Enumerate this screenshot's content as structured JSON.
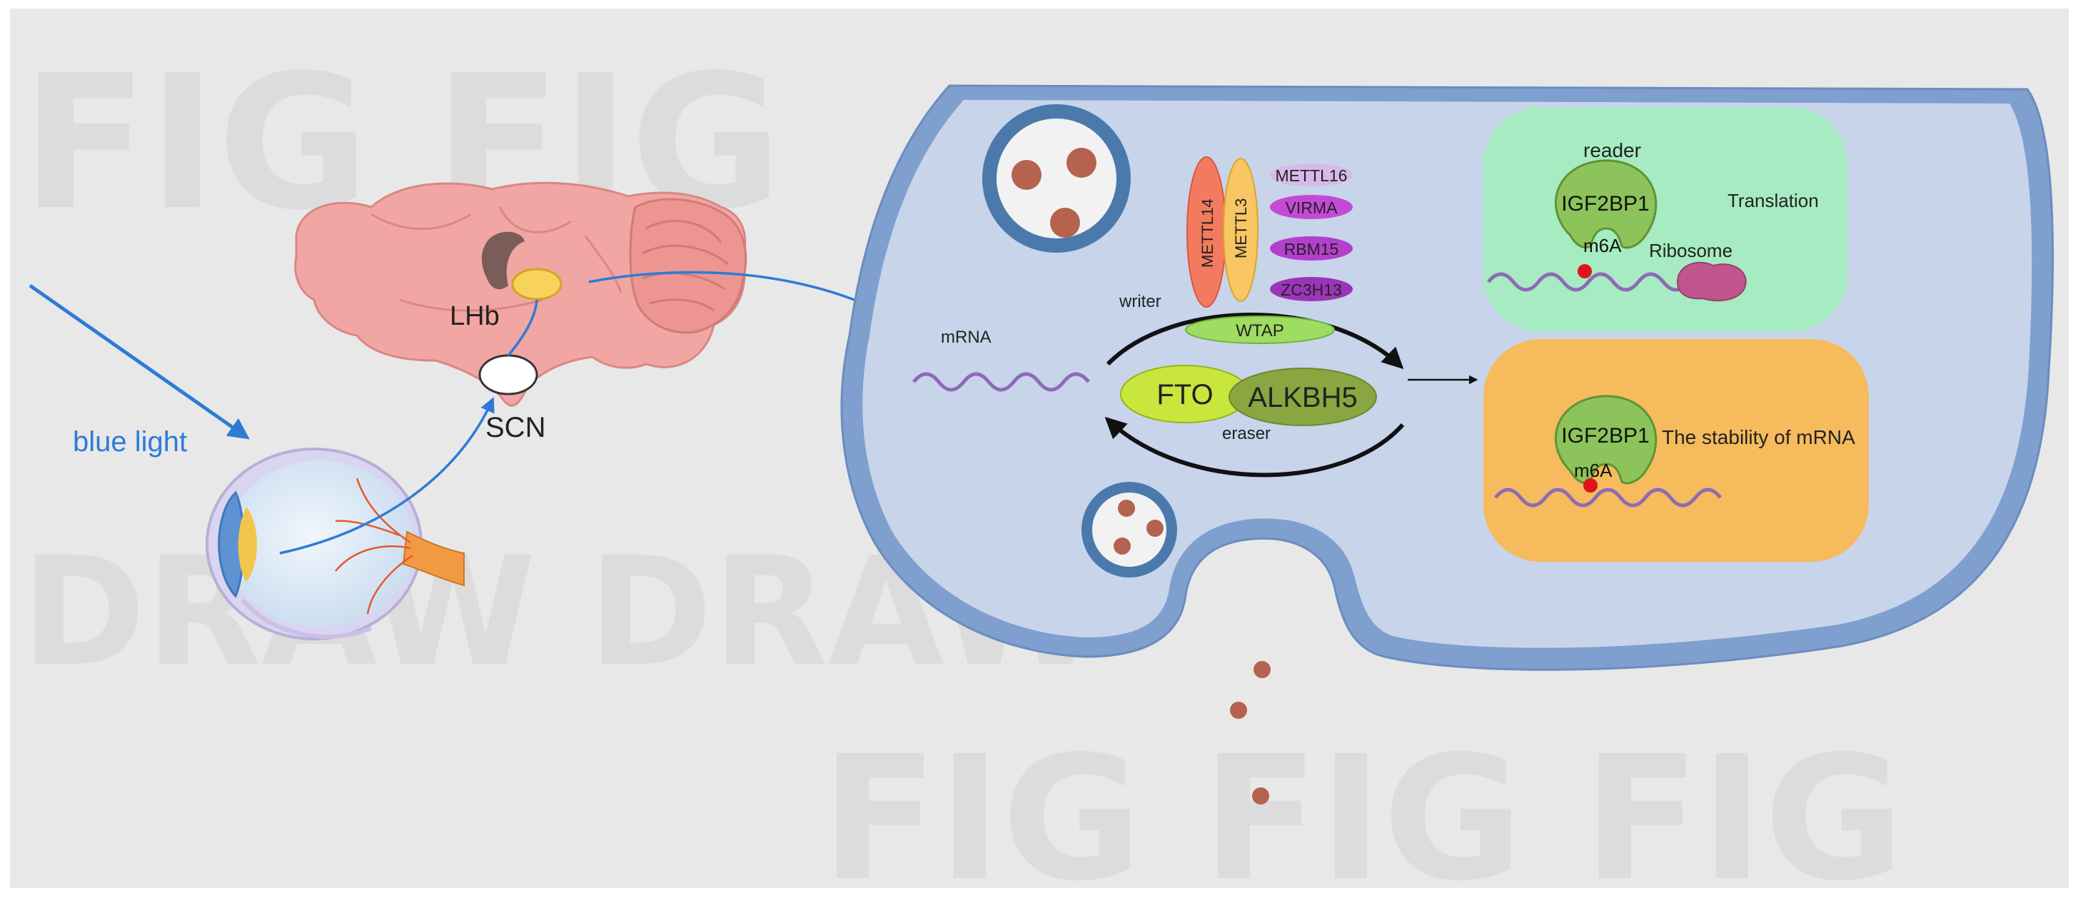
{
  "labels": {
    "blue_light": "blue light",
    "lhb": "LHb",
    "scn": "SCN",
    "mrna": "mRNA",
    "writer": "writer",
    "eraser": "eraser",
    "reader": "reader",
    "translation": "Translation",
    "ribosome": "Ribosome",
    "stability": "The stability of mRNA",
    "m6a_top": "m6A",
    "m6a_bottom": "m6A",
    "igf2bp1_top": "IGF2BP1",
    "igf2bp1_bottom": "IGF2BP1"
  },
  "writers": {
    "mettl14": "METTL14",
    "mettl3": "METTL3",
    "mettl16": "METTL16",
    "virma": "VIRMA",
    "rbm15": "RBM15",
    "zc3h13": "ZC3H13",
    "wtap": "WTAP"
  },
  "erasers": {
    "fto": "FTO",
    "alkbh5": "ALKBH5"
  },
  "watermark": {
    "row1": "FIG FIG",
    "row2": "DRAW DRAW",
    "row3": "FIG FIG FIG"
  },
  "colors": {
    "background": "#e8e8e8",
    "cell_membrane": "#7f9fcf",
    "cell_cytoplasm": "#c7d4ea",
    "blue_arrow": "#2e7bd6",
    "translation_box": "#a6ebc1",
    "stability_box": "#f5bb5c",
    "reader_protein": "#8cc35b",
    "mettl14": "#f27b5f",
    "mettl3": "#f8c662",
    "violet_subunit": "#c44ad6",
    "wtap": "#9fdc62",
    "fto": "#c8e63c",
    "alkbh5": "#8aa640",
    "mrna": "#8c6bb5",
    "m6a_dot": "#e0141b",
    "vesicle_dot": "#b5624e"
  }
}
